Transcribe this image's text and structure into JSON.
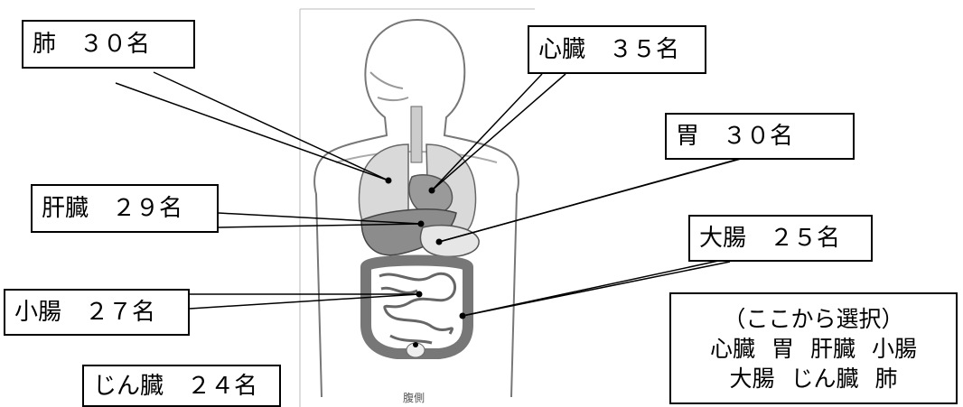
{
  "labels": {
    "lung": "肺　３０名",
    "heart": "心臓　３５名",
    "stomach": "胃　３０名",
    "liver": "肝臓　２９名",
    "large_intestine": "大腸　２５名",
    "small_intestine": "小腸　２７名",
    "kidney": "じん臓　２４名"
  },
  "choices": {
    "title": "（ここから選択）",
    "row1": [
      "心臓",
      "胃",
      "肝臓",
      "小腸"
    ],
    "row2": [
      "大腸",
      "じん臓",
      "肺"
    ]
  },
  "figure": {
    "ventral_label": "腹側"
  },
  "colors": {
    "line": "#000000",
    "outline": "#777777",
    "organ_fill": "#8c8c8c",
    "organ_light": "#d6d6d6"
  }
}
